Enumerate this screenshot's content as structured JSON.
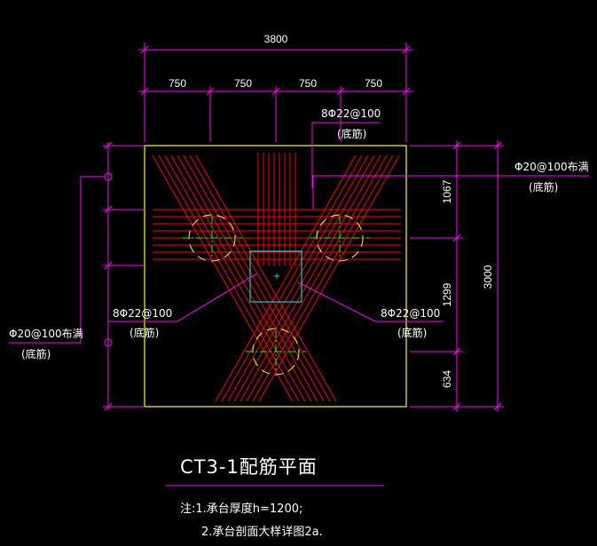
{
  "colors": {
    "background": "#000000",
    "dimension": "#ff00ff",
    "outline": "#ffff00",
    "rebar": "#ff0000",
    "pile": "#00ff00",
    "column": "#00ffff",
    "text": "#ffffff"
  },
  "dimensions": {
    "top_total": "3800",
    "top_segments": [
      "750",
      "750",
      "750",
      "750"
    ],
    "right_total": "3000",
    "right_segments": [
      "1067",
      "1299",
      "634"
    ]
  },
  "rebar_labels": {
    "top": {
      "main": "8Φ22@100",
      "sub": "(底筋)"
    },
    "left": {
      "main": "8Φ22@100",
      "sub": "(底筋)"
    },
    "right": {
      "main": "8Φ22@100",
      "sub": "(底筋)"
    },
    "right_mesh": {
      "main": "Φ20@100布满",
      "sub": "(底筋)"
    },
    "left_mesh": {
      "main": "Φ20@100布满",
      "sub": "(底筋)"
    }
  },
  "title": "CT3-1配筋平面",
  "notes": [
    "注:1.承台厚度h=1200;",
    "2.承台剖面大样详图2a."
  ]
}
